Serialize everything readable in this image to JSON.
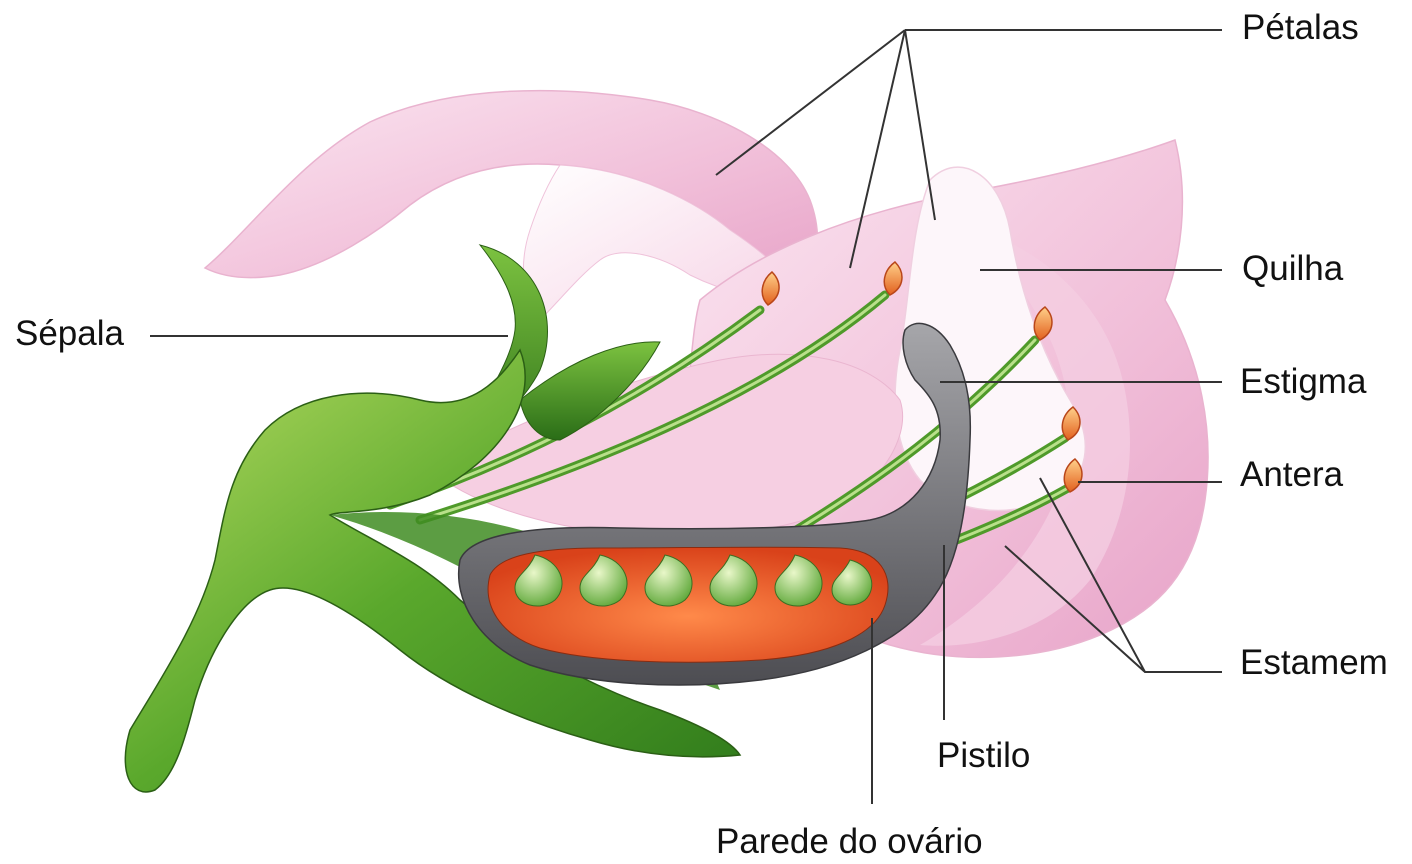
{
  "labels": {
    "petalas": "Pétalas",
    "quilha": "Quilha",
    "sepala": "Sépala",
    "estigma": "Estigma",
    "antera": "Antera",
    "estamem": "Estamem",
    "pistilo": "Pistilo",
    "parede_ovario": "Parede do ovário"
  },
  "colors": {
    "petal_pink": "#f3c3dd",
    "sepal_green": "#5fae2e",
    "pistil_gray": "#6f6f73",
    "ovary_orange": "#ea5a1c",
    "anther_orange": "#f08a2a",
    "leader_line": "#333333"
  }
}
